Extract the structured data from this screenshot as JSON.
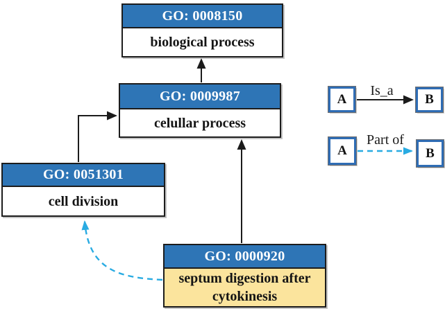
{
  "figure": {
    "nodes": [
      {
        "go_id": "GO: 0008150",
        "label": "biological process"
      },
      {
        "go_id": "GO: 0009987",
        "label": "celullar process"
      },
      {
        "go_id": "GO: 0051301",
        "label": "cell division"
      },
      {
        "go_id": "GO: 0000920",
        "label": "septum digestion after cytokinesis",
        "highlighted": true
      }
    ],
    "edges": [
      {
        "from": "GO: 0009987",
        "to": "GO: 0008150",
        "type": "is_a"
      },
      {
        "from": "GO: 0051301",
        "to": "GO: 0009987",
        "type": "is_a"
      },
      {
        "from": "GO: 0000920",
        "to": "GO: 0009987",
        "type": "is_a"
      },
      {
        "from": "GO: 0000920",
        "to": "GO: 0051301",
        "type": "part_of"
      }
    ],
    "legend": {
      "box_a": "A",
      "box_b": "B",
      "is_a_label": "Is_a",
      "part_of_label": "Part of"
    },
    "colors": {
      "header_blue": "#2E75B6",
      "highlight_yellow": "#FBE49D",
      "is_a_black": "#1B1B1B",
      "part_of_cyan": "#29ABE2",
      "legend_border_blue": "#2F6DB5"
    }
  }
}
